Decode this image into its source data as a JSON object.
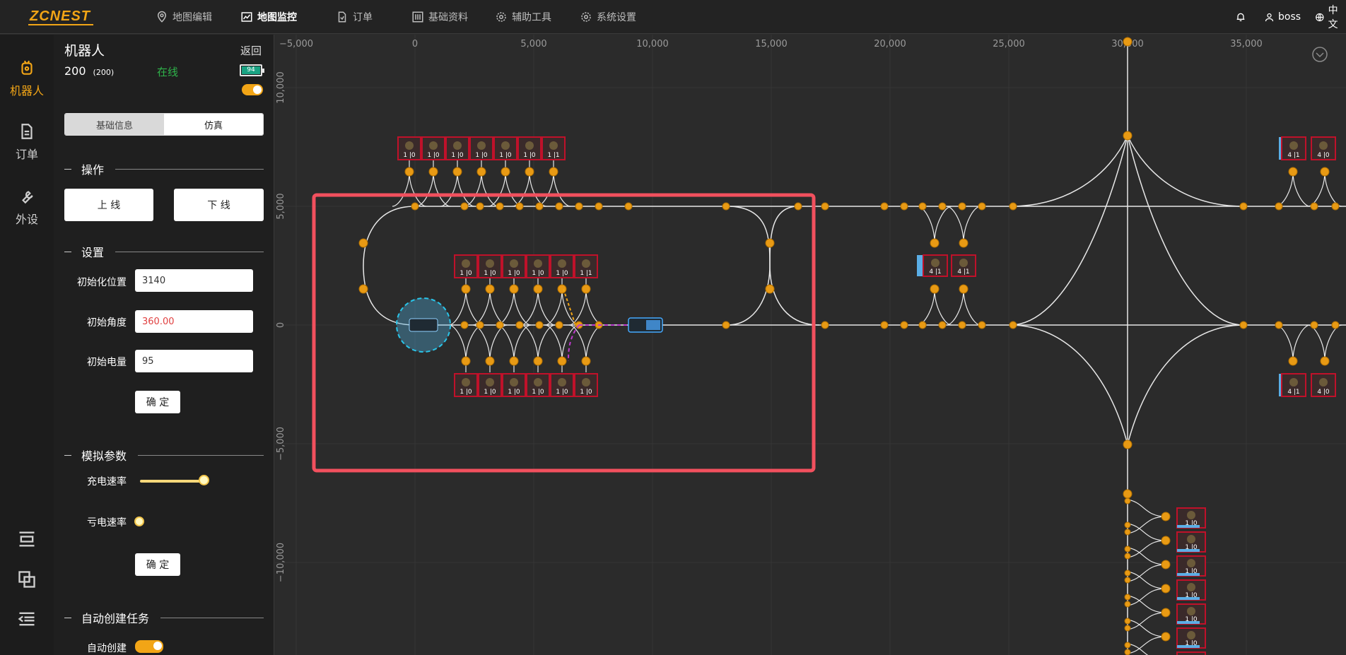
{
  "app": {
    "logo": "ZCNEST"
  },
  "nav": [
    {
      "label": "地图编辑",
      "icon": "map-pin-icon"
    },
    {
      "label": "地图监控",
      "icon": "line-chart-icon",
      "active": true
    },
    {
      "label": "订单",
      "icon": "document-icon"
    },
    {
      "label": "基础资料",
      "icon": "sliders-icon"
    },
    {
      "label": "辅助工具",
      "icon": "gear-icon"
    },
    {
      "label": "系统设置",
      "icon": "gear-icon"
    }
  ],
  "user": {
    "name": "boss",
    "lang": "中文"
  },
  "sidebar": {
    "items": [
      {
        "label": "机器人",
        "icon": "robot-icon",
        "active": true
      },
      {
        "label": "订单",
        "icon": "document-icon"
      },
      {
        "label": "外设",
        "icon": "wrench-icon"
      }
    ]
  },
  "panel": {
    "title": "机器人",
    "back": "返回",
    "robot_id": "200",
    "robot_id_sub": "(200)",
    "status": "在线",
    "battery": "94",
    "tabs": [
      "基础信息",
      "仿真"
    ],
    "sections": {
      "ops": "操作",
      "settings": "设置",
      "sim_params": "模拟参数",
      "auto_task": "自动创建任务"
    },
    "btn_online": "上 线",
    "btn_offline": "下 线",
    "fields": {
      "init_pos_label": "初始化位置",
      "init_pos": "3140",
      "init_angle_label": "初始角度",
      "init_angle": "360.00",
      "init_power_label": "初始电量",
      "init_power": "95"
    },
    "confirm": "确 定",
    "charge_rate_label": "充电速率",
    "charge_rate": 0.5,
    "drain_rate_label": "亏电速率",
    "drain_rate": 0,
    "auto_create_label": "自动创建"
  },
  "map": {
    "x_ticks": [
      "−5,000",
      "0",
      "5,000",
      "10,000",
      "15,000",
      "20,000",
      "25,000",
      "30,000",
      "35,000"
    ],
    "y_ticks": [
      "10,000",
      "5,000",
      "0",
      "−5,000",
      "−10,000"
    ],
    "colors": {
      "node": "#e89a14",
      "path": "#e8e8e8",
      "highlight": "#f2505e",
      "station": "#c0112a",
      "station_side": "#5aaee6"
    },
    "station_labels": [
      "1 |0",
      "1 |1",
      "4 |1",
      "4 |0",
      "1 |0"
    ]
  }
}
